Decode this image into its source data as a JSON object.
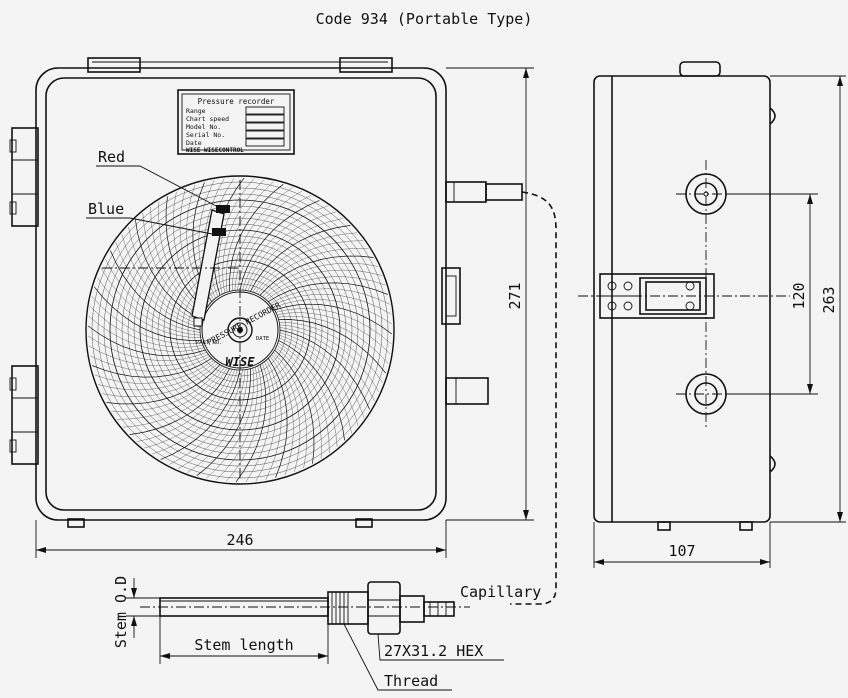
{
  "title": "Code 934 (Portable Type)",
  "label_red": "Red",
  "label_blue": "Blue",
  "label_capillary": "Capillary",
  "label_stem_od": "Stem O.D",
  "label_stem_length": "Stem length",
  "label_hex": "27X31.2  HEX",
  "label_thread": "Thread",
  "dim_width": "246",
  "dim_height_front": "271",
  "dim_depth": "107",
  "dim_mount": "120",
  "dim_height_side": "263",
  "nameplate": {
    "title": "Pressure recorder",
    "rows": [
      "Range",
      "Chart speed",
      "Model No.",
      "Serial No.",
      "Date"
    ],
    "brand": "WISE  WISECONTROL"
  },
  "chart_label": "PRESSURE RECORDER",
  "chart_part": "PART NO.",
  "chart_date": "DATE",
  "logo_text": "WISE"
}
